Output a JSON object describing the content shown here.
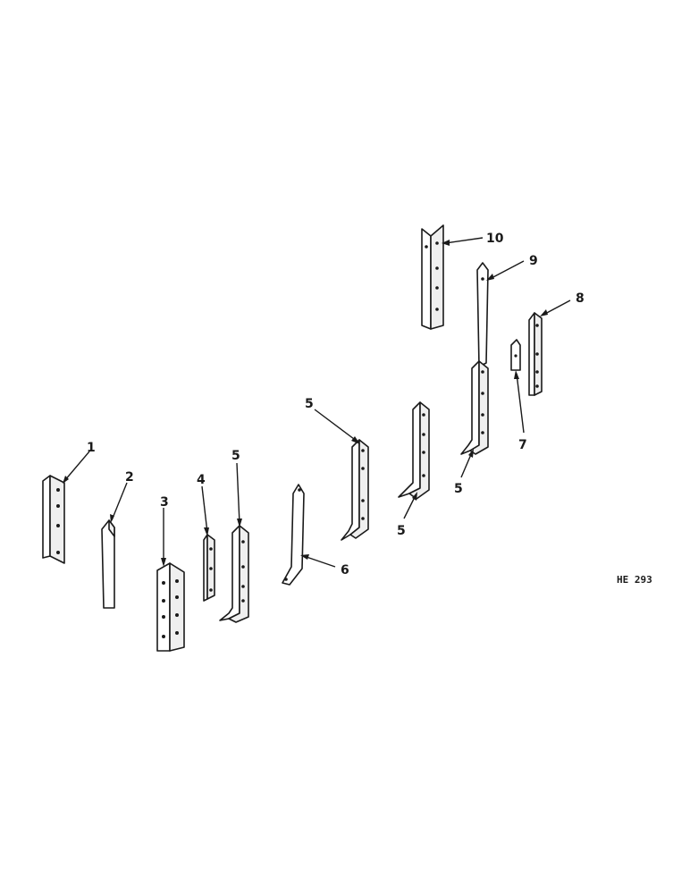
{
  "reference_code": "HE 293",
  "callouts": {
    "c1": "1",
    "c2": "2",
    "c3": "3",
    "c4": "4",
    "c5a": "5",
    "c5b": "5",
    "c5c": "5",
    "c5d": "5",
    "c6": "6",
    "c7": "7",
    "c8": "8",
    "c9": "9",
    "c10": "10"
  }
}
